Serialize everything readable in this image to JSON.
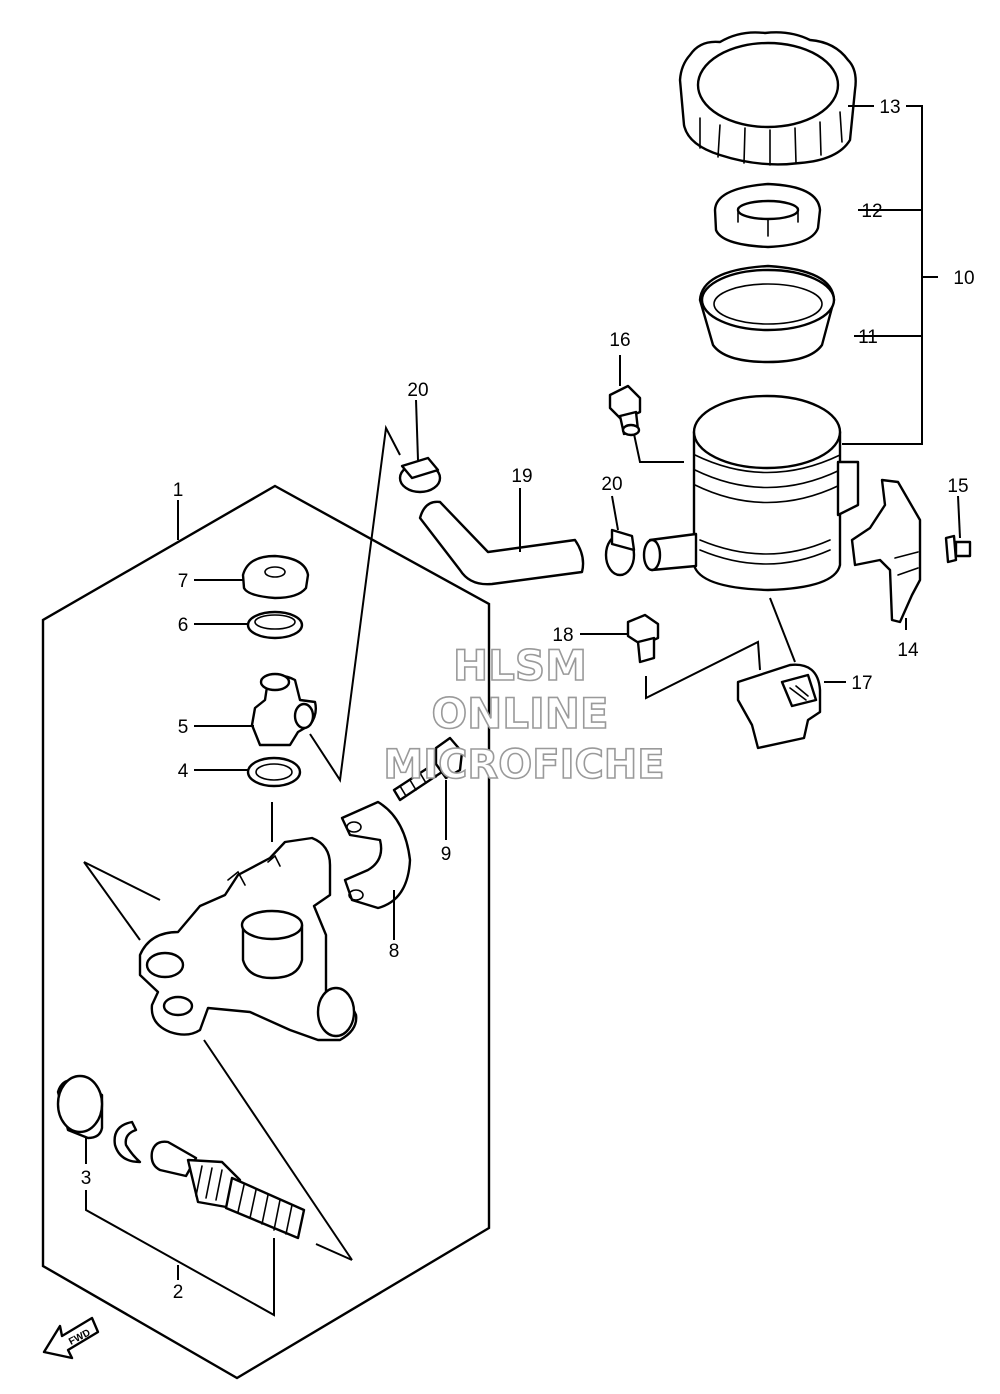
{
  "callouts": {
    "c1": "1",
    "c2": "2",
    "c3": "3",
    "c4": "4",
    "c5": "5",
    "c6": "6",
    "c7": "7",
    "c8": "8",
    "c9": "9",
    "c10": "10",
    "c11": "11",
    "c12": "12",
    "c13": "13",
    "c14": "14",
    "c15": "15",
    "c16": "16",
    "c17": "17",
    "c18": "18",
    "c19": "19",
    "c20a": "20",
    "c20b": "20"
  },
  "watermark": {
    "line1": "HLSM",
    "line2": "ONLINE",
    "line3": "MICROFICHE"
  },
  "fwd_label": "FWD",
  "colors": {
    "line": "#000000",
    "watermark_outline": "#9a9a9a",
    "background": "#ffffff"
  }
}
